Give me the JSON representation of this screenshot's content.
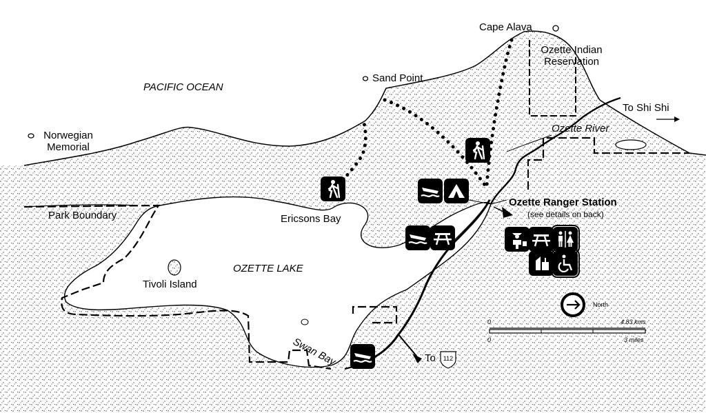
{
  "labels": {
    "ocean": "PACIFIC OCEAN",
    "lake": "OZETTE LAKE",
    "river": "Ozette River",
    "cape_alava": "Cape Alava",
    "sand_point": "Sand Point",
    "norwegian_memorial": "Norwegian Memorial",
    "reservation": "Ozette Indian Reservation",
    "to_shi_shi": "To Shi Shi",
    "park_boundary": "Park Boundary",
    "ericsons_bay": "Ericsons Bay",
    "tivoli_island": "Tivoli Island",
    "swan_bay": "Swan Bay",
    "ranger_station": "Ozette Ranger Station",
    "ranger_details": "(see details on back)",
    "to_road": "To",
    "route_number": "112",
    "north": "North"
  },
  "scale": {
    "km_zero": "0",
    "km_max": "4.83 kms",
    "mi_zero": "0",
    "mi_max": "3 miles"
  },
  "icons": {
    "hiking": "hiking-icon",
    "boat_launch": "boat-launch-icon",
    "camping": "camping-icon",
    "picnic": "picnic-icon",
    "ranger": "ranger-icon",
    "restrooms": "restroom-icon",
    "information": "information-icon",
    "accessible": "wheelchair-icon"
  }
}
